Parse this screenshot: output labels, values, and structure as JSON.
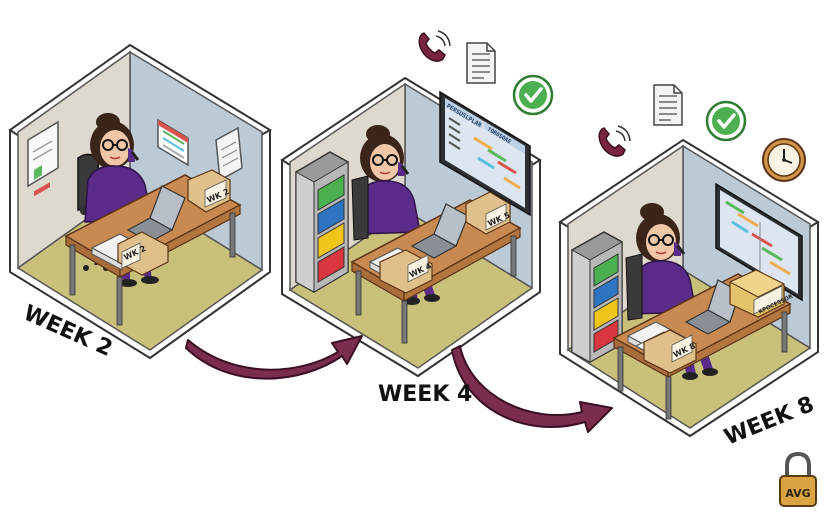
{
  "labels": {
    "week2": "WEEK 2",
    "week4": "WEEK 4",
    "week8": "WEEK 8"
  },
  "box_labels": {
    "desk1_back": "WK 2",
    "desk1_front": "WK 2",
    "desk2_back": "WK 5",
    "desk2_front": "WK 4",
    "desk3_back": "KPOCESSOR",
    "desk3_front": "WK 8"
  },
  "screen_text": {
    "header_left": "PERSUSLPLAR",
    "header_right": "TOROSOAE"
  },
  "badge": {
    "text": "AVG"
  },
  "icons": [
    "phone-ringing-icon",
    "document-icon",
    "checkmark-icon",
    "clock-icon",
    "lock-icon",
    "calendar-icon",
    "laptop-icon"
  ],
  "colors": {
    "arrow": "#7b2d4e",
    "shirt": "#5a2b88",
    "floor": "#c9c07a",
    "back_wall": "#bccad6",
    "side_wall": "#ded9cf",
    "desk": "#c98a52",
    "check": "#4caf50"
  }
}
